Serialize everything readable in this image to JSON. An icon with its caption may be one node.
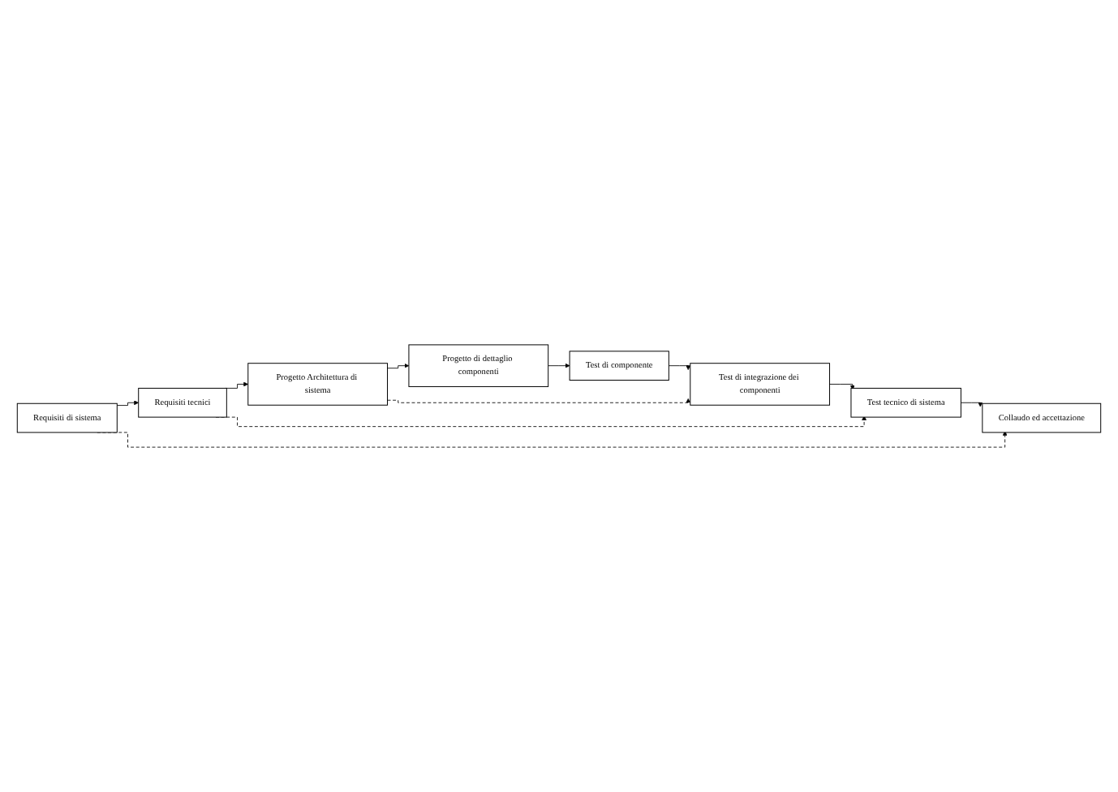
{
  "diagram": {
    "nodes": [
      {
        "text": [
          "Requisiti di sistema"
        ]
      },
      {
        "text": [
          "Requisiti tecnici"
        ]
      },
      {
        "text": [
          "Progetto Architettura di sistema"
        ]
      },
      {
        "text": [
          "Progetto di dettaglio componenti"
        ]
      },
      {
        "text": [
          "Test di componente"
        ]
      },
      {
        "text": [
          "Test di integrazione dei componenti"
        ]
      },
      {
        "text": [
          "Test tecnico di sistema"
        ]
      },
      {
        "text": [
          "Collaudo ed accettazione"
        ]
      }
    ],
    "edges": [
      {
        "from": 0,
        "to": 1,
        "arrow": "to"
      },
      {
        "from": 1,
        "to": 2,
        "arrow": "to"
      },
      {
        "from": 2,
        "to": 3,
        "arrow": "to"
      },
      {
        "from": 3,
        "to": 4,
        "arrow": "to"
      },
      {
        "from": 4,
        "to": 5,
        "arrow": "to"
      },
      {
        "from": 5,
        "to": 6,
        "arrow": "to"
      },
      {
        "from": 6,
        "to": 7,
        "arrow": "to"
      },
      {
        "from": 0,
        "to": 7,
        "arrow": "to",
        "style": "dashed"
      },
      {
        "from": 1,
        "to": 6,
        "arrow": "to",
        "style": "dashed"
      },
      {
        "from": 2,
        "to": 5,
        "arrow": "to",
        "style": "dashed"
      }
    ]
  }
}
